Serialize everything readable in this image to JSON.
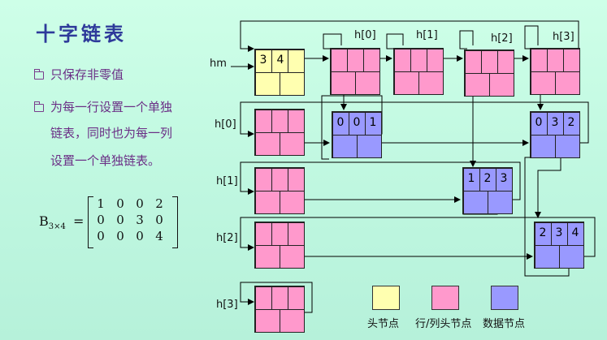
{
  "title": "十字链表",
  "bullets": [
    "只保存非零值",
    "为每一行设置一个单独",
    "链表，同时也为每一列",
    "设置一个单独链表。"
  ],
  "matrix": {
    "label_main": "B",
    "label_sub": "3×4",
    "label_eq": "=",
    "rows": [
      [
        "1",
        "0",
        "0",
        "2"
      ],
      [
        "0",
        "0",
        "3",
        "0"
      ],
      [
        "0",
        "0",
        "0",
        "4"
      ]
    ]
  },
  "labels": {
    "hm": "hm",
    "col_heads": [
      "h[0]",
      "h[1]",
      "h[2]",
      "h[3]"
    ],
    "row_heads": [
      "h[0]",
      "h[1]",
      "h[2]",
      "h[3]"
    ]
  },
  "head_node": {
    "rows": "3",
    "cols": "4"
  },
  "data_nodes": [
    {
      "i": "0",
      "j": "0",
      "v": "1"
    },
    {
      "i": "0",
      "j": "3",
      "v": "2"
    },
    {
      "i": "1",
      "j": "2",
      "v": "3"
    },
    {
      "i": "2",
      "j": "3",
      "v": "4"
    }
  ],
  "legend": [
    {
      "text": "头节点",
      "color": "#ffffb0"
    },
    {
      "text": "行/列头节点",
      "color": "#ff99cc"
    },
    {
      "text": "数据节点",
      "color": "#9999ff"
    }
  ],
  "colors": {
    "head": "#ffffb0",
    "header": "#ff99cc",
    "data": "#9999ff",
    "title": "#2e3a9a",
    "text": "#6b2f86"
  }
}
